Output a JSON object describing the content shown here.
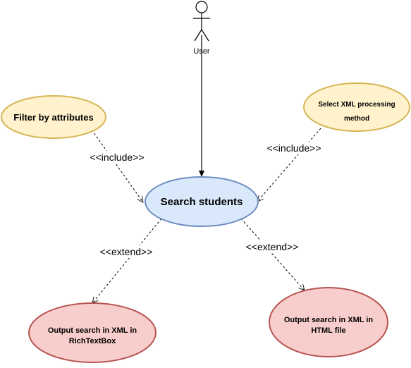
{
  "actor": {
    "label": "User"
  },
  "use_cases": {
    "search": {
      "label": "Search students"
    },
    "filter": {
      "label": "Filter by attributes"
    },
    "select_method": {
      "label_lines": [
        "Select XML processing",
        "method"
      ]
    },
    "output_richtextbox": {
      "label_lines": [
        "Output search in XML in",
        "RichTextBox"
      ]
    },
    "output_html": {
      "label_lines": [
        "Output search in XML in",
        "HTML file"
      ]
    }
  },
  "relationships": {
    "include_filter": {
      "label": "<<include>>"
    },
    "include_select": {
      "label": "<<include>>"
    },
    "extend_richtextbox": {
      "label": "<<extend>>"
    },
    "extend_html": {
      "label": "<<extend>>"
    }
  },
  "colors": {
    "search_fill": "#dae8fc",
    "search_stroke": "#6c8ebf",
    "include_fill": "#fff2cc",
    "include_stroke": "#d6b656",
    "extend_fill": "#f8cecc",
    "extend_stroke": "#b85450",
    "line": "#000000"
  }
}
